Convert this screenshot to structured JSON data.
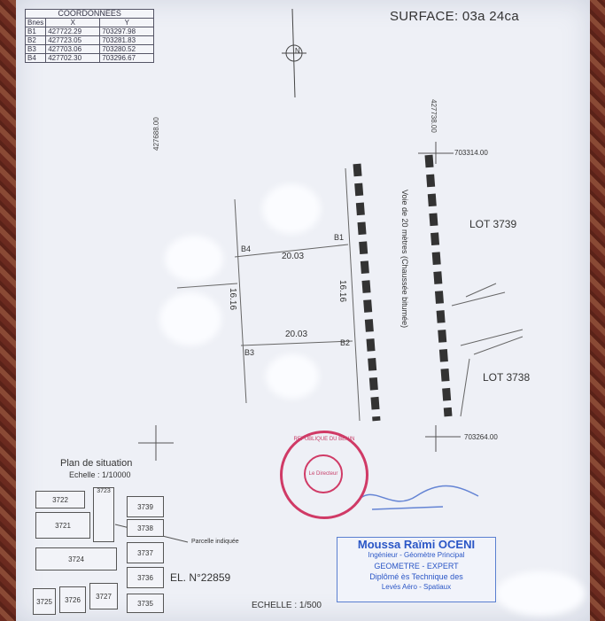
{
  "surface": "SURFACE: 03a 24ca",
  "coords": {
    "title": "COORDONNEES",
    "headers": [
      "Bnes",
      "X",
      "Y"
    ],
    "rows": [
      [
        "B1",
        "427722.29",
        "703297.98"
      ],
      [
        "B2",
        "427723.05",
        "703281.83"
      ],
      [
        "B3",
        "427703.06",
        "703280.52"
      ],
      [
        "B4",
        "427702.30",
        "703296.67"
      ]
    ]
  },
  "north_label": "N",
  "axis_labels": {
    "x_left": "427688.00",
    "x_right": "427738.00",
    "y_top": "703314.00",
    "y_bottom": "703264.00"
  },
  "points": {
    "b1": "B1",
    "b2": "B2",
    "b3": "B3",
    "b4": "B4"
  },
  "dims": {
    "top": "20.03",
    "bottom": "20.03",
    "left": "16.16",
    "right": "16.16"
  },
  "road": "Voie de 20 mètres (Chaussée bitumée)",
  "lots": {
    "lot_a": "LOT 3739",
    "lot_b": "LOT 3738"
  },
  "situation": {
    "title": "Plan de situation",
    "scale": "Echelle : 1/10000",
    "parcel_note": "Parcelle indiquée",
    "cells": [
      "3722",
      "3723",
      "3739",
      "3721",
      "3738",
      "3724",
      "3737",
      "3736",
      "3725",
      "3726",
      "3727",
      "3735"
    ]
  },
  "el_number": "EL. N°22859",
  "scale": "ECHELLE : 1/500",
  "surveyor": {
    "name": "Moussa Raïmi OCENI",
    "line1": "Ingénieur - Géomètre Principal",
    "line2": "GEOMETRE - EXPERT",
    "line3": "Diplômé ès Technique des",
    "line4": "Levés Aéro - Spatiaux"
  },
  "red_stamp": {
    "ring": "REPUBLIQUE DU BENIN",
    "center": "Le Directeur"
  },
  "colors": {
    "stamp_blue": "#2a56c6",
    "stamp_red": "#d03a66"
  }
}
